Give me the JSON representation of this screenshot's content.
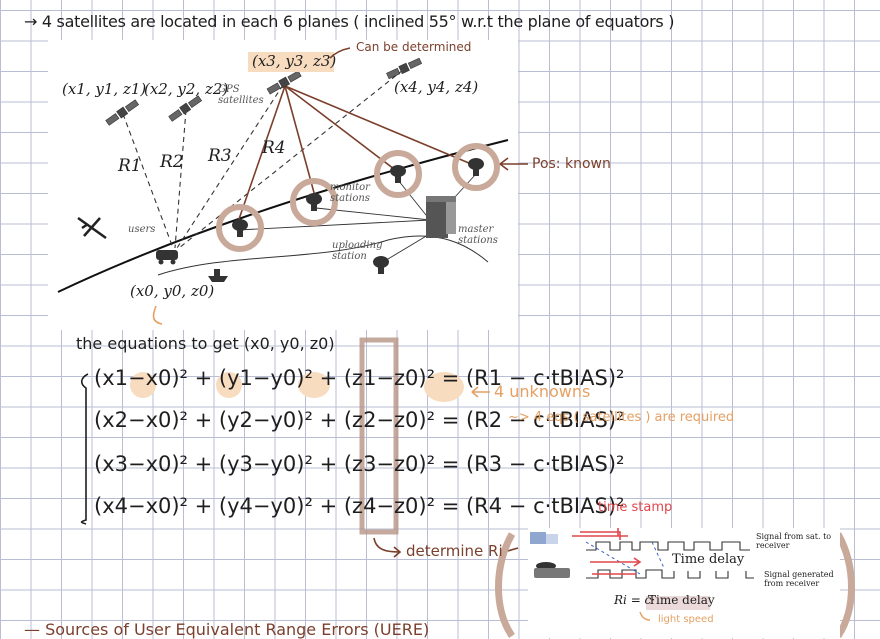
{
  "header_note": "→ 4 satellites are located in each 6 planes ( inclined 55° w.r.t the plane of equators )",
  "figure": {
    "sat_coords": [
      "(x1, y1, z1)",
      "(x2, y2, z2)",
      "(x3, y3, z3)",
      "(x4, y4, z4)"
    ],
    "gps_label": "GPS satellites",
    "ranges": [
      "R1",
      "R2",
      "R3",
      "R4"
    ],
    "labels": {
      "users": "users",
      "monitor": "monitor stations",
      "uploading": "uploading station",
      "master": "master stations"
    },
    "user_coord": "(x0, y0, z0)"
  },
  "annotations": {
    "can_be_determined": "Can be determined",
    "pos_known": "Pos: known",
    "unknowns": "4 unknowns",
    "eqs_required": "~> 4 eqs ( satellites ) are required",
    "determine": "determine Ri"
  },
  "equations_title": "the equations to get (x0, y0, z0)",
  "equations": [
    {
      "lhs": "(x1−x0)² + (y1−y0)² + (z1−z0)²",
      "rhs": "= (R1 − c·tBIAS)²"
    },
    {
      "lhs": "(x2−x0)² + (y2−y0)² + (z2−z0)²",
      "rhs": "= (R2 − c·tBIAS)²"
    },
    {
      "lhs": "(x3−x0)² + (y3−y0)² + (z3−z0)²",
      "rhs": "= (R3 − c·tBIAS)²"
    },
    {
      "lhs": "(x4−x0)² + (y4−y0)² + (z4−z0)²",
      "rhs": "= (R4 − c·tBIAS)²"
    }
  ],
  "timing": {
    "time_stamp": "time stamp",
    "signal_sat": "Signal from sat. to receiver",
    "time_delay": "Time delay",
    "signal_gen": "Signal generated from receiver",
    "formula_prefix": "Ri = c·",
    "formula_delay": "Time delay",
    "light_speed": "light speed"
  },
  "footer_note": "— Sources of User Equivalent Range Errors (UERE)",
  "colors": {
    "ink": "#1e1e1e",
    "brown": "#7b3f2c",
    "orange": "#e5a063",
    "highlight": "#f8dcc0",
    "circle": "#c9aa9a",
    "red": "#e0474c",
    "grid": "#b9bed4"
  }
}
